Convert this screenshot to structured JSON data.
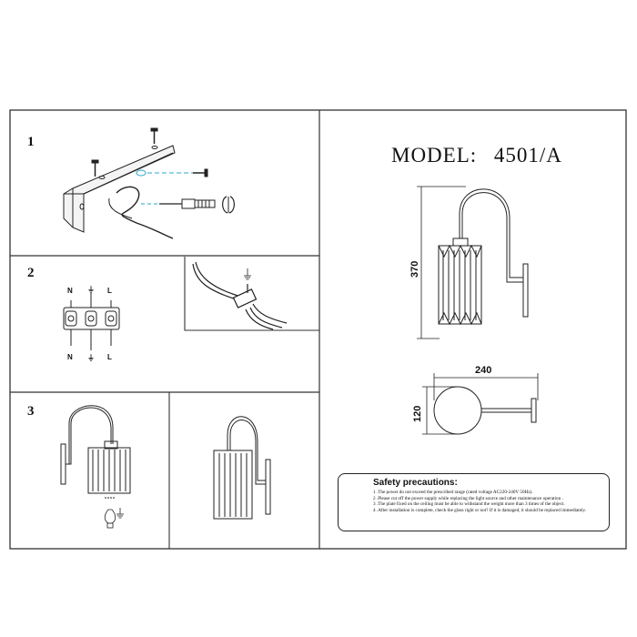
{
  "steps": {
    "step1": "1",
    "step2": "2",
    "step3": "3"
  },
  "model": {
    "label": "MODEL:",
    "number": "4501/A"
  },
  "dimensions": {
    "height": "370",
    "width": "240",
    "depth": "120"
  },
  "wiring_labels": {
    "top": [
      "N",
      "⏚",
      "L"
    ],
    "bottom": [
      "N",
      "⏚",
      "L"
    ]
  },
  "icons": {
    "warning": "warning-triangle-icon",
    "screwdriver": "screwdriver-icon",
    "screw": "screw-icon",
    "bulb": "bulb-icon",
    "earth": "earth-icon"
  },
  "safety": {
    "title": "Safety precautions:",
    "lines": [
      "1 .The power do not exceed  the prescribed range (rated voltage AC220-240V  50Hz).",
      "2 .Please cut off the power supply while replacing  the light source and other maintenance operation .",
      "3 .The plate fixed on the ceiling must be able to withstand  the weight more than 3 times of the object.",
      "4 .After installation is complete, check the glass right or not? If it is damaged, it should be replaced immediately."
    ]
  }
}
